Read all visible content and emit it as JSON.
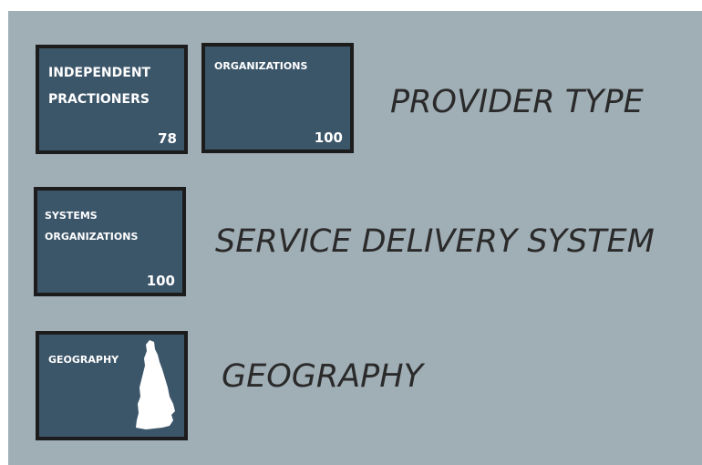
{
  "rows": [
    {
      "title": "PROVIDER TYPE",
      "tiles": [
        {
          "label_line1": "Independent",
          "label_line2": "Practioners",
          "count": "78"
        },
        {
          "label_line1": "Organizations",
          "count": "100"
        }
      ]
    },
    {
      "title": "SERVICE DELIVERY SYSTEM",
      "tiles": [
        {
          "label_line1": "Systems",
          "label_line2": "Organizations",
          "count": "100"
        }
      ]
    },
    {
      "title": "GEOGRAPHY",
      "tiles": [
        {
          "label_line1": "Geography",
          "icon": "new-hampshire-map-icon"
        }
      ]
    }
  ],
  "colors": {
    "background": "#a0aeb5",
    "tile_fill": "#3b5569",
    "tile_border": "#1c1c1c",
    "tile_text": "#ffffff",
    "row_label": "#2a2a2a"
  }
}
